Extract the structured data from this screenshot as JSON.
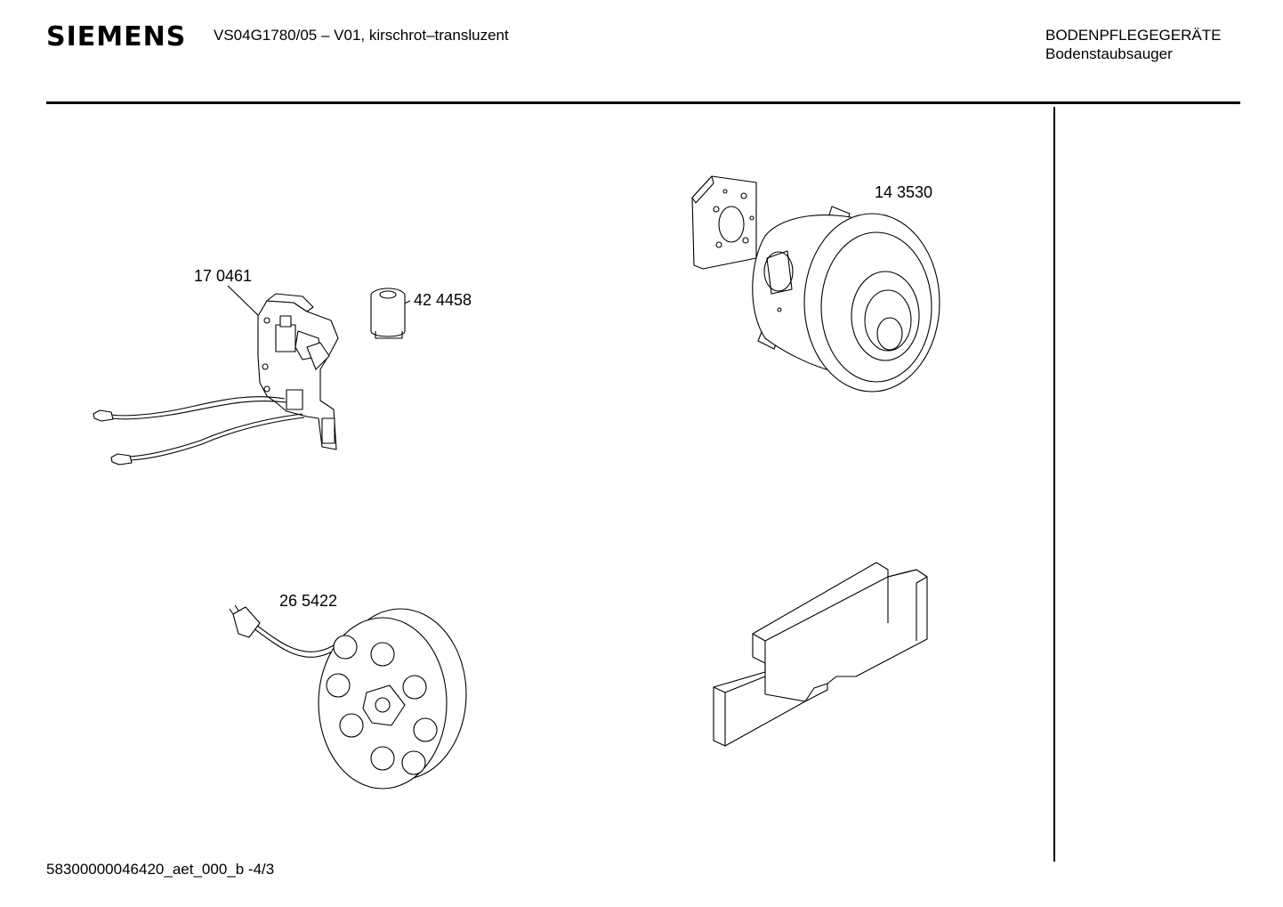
{
  "header": {
    "brand": "SIEMENS",
    "model": "VS04G1780/05 – V01, kirschrot–transluzent",
    "category": "BODENPFLEGEGERÄTE",
    "subcategory": "Bodenstaubsauger"
  },
  "parts": {
    "switch_board": "17 0461",
    "choke_coil": "42 4458",
    "motor": "14 3530",
    "cable_reel": "26 5422"
  },
  "footer": {
    "doc_id": "58300000046420_aet_000_b -4/3"
  }
}
